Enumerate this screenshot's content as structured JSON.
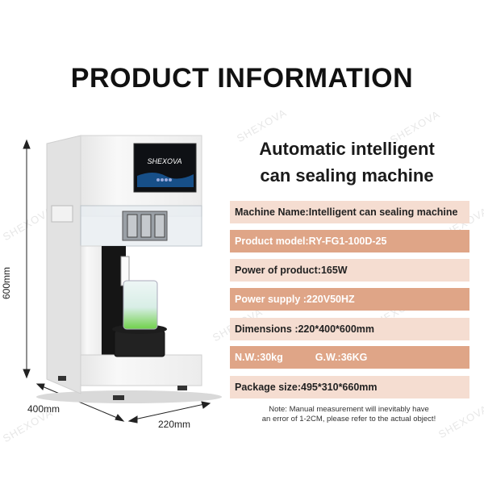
{
  "title": "PRODUCT INFORMATION",
  "subtitle_line1": "Automatic intelligent",
  "subtitle_line2": "can sealing machine",
  "specs": [
    {
      "text": "Machine Name:Intelligent can sealing machine"
    },
    {
      "text": "Product model:RY-FG1-100D-25"
    },
    {
      "text": "Power of product:165W"
    },
    {
      "text": "Power supply :220V50HZ"
    },
    {
      "text": "Dimensions :220*400*600mm"
    },
    {
      "text_a": "N.W.:30kg",
      "text_b": "G.W.:36KG"
    },
    {
      "text": "Package size:495*310*660mm"
    }
  ],
  "note_line1": "Note: Manual measurement will inevitably have",
  "note_line2": "an error of 1-2CM, please refer to the actual object!",
  "dimensions": {
    "height": "600mm",
    "depth": "400mm",
    "width": "220mm"
  },
  "brand": "SHEXOVA",
  "screen_brand": "SHEXOVA",
  "colors": {
    "row_light": "#f5ddd1",
    "row_dark": "#dfa587"
  }
}
